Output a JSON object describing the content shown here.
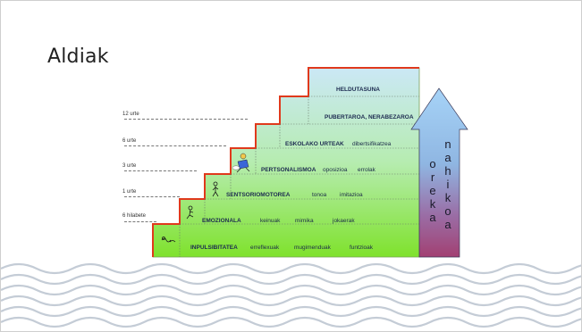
{
  "slide": {
    "title": "Aldiak"
  },
  "steps": [
    {
      "major": "INPULSIBITATEA",
      "terms": [
        "erreflexuak",
        "mugimenduak",
        "funtzioak"
      ]
    },
    {
      "major": "EMOZIONALA",
      "terms": [
        "keinuak",
        "mimika",
        "jokaerak"
      ]
    },
    {
      "major": "SENTSORIOMOTOREA",
      "terms": [
        "tonoa",
        "imitazioa"
      ]
    },
    {
      "major": "PERTSONALISMOA",
      "terms": [
        "oposizioa",
        "errolak"
      ]
    },
    {
      "major": "ESKOLAKO URTEAK",
      "terms": [
        "dibertsifikatzea"
      ]
    },
    {
      "major": "PUBERTAROA, NERABEZAROA",
      "terms": []
    },
    {
      "major": "HELDUTASUNA",
      "terms": []
    }
  ],
  "ages": [
    "6 hilabete",
    "1 urte",
    "3 urte",
    "6 urte",
    "12 urte"
  ],
  "arrow": {
    "left_word": [
      "o",
      "r",
      "e",
      "k",
      "a"
    ],
    "right_word": [
      "n",
      "a",
      "h",
      "i",
      "k",
      "o",
      "a"
    ]
  },
  "colors": {
    "stair_outline": "#e0391c",
    "stair_top": "#bfe3f5",
    "stair_bottom": "#8ee63a",
    "arrow_top": "#9ac8f2",
    "arrow_bottom": "#a44a7a",
    "wave": "#c4ccd6"
  }
}
